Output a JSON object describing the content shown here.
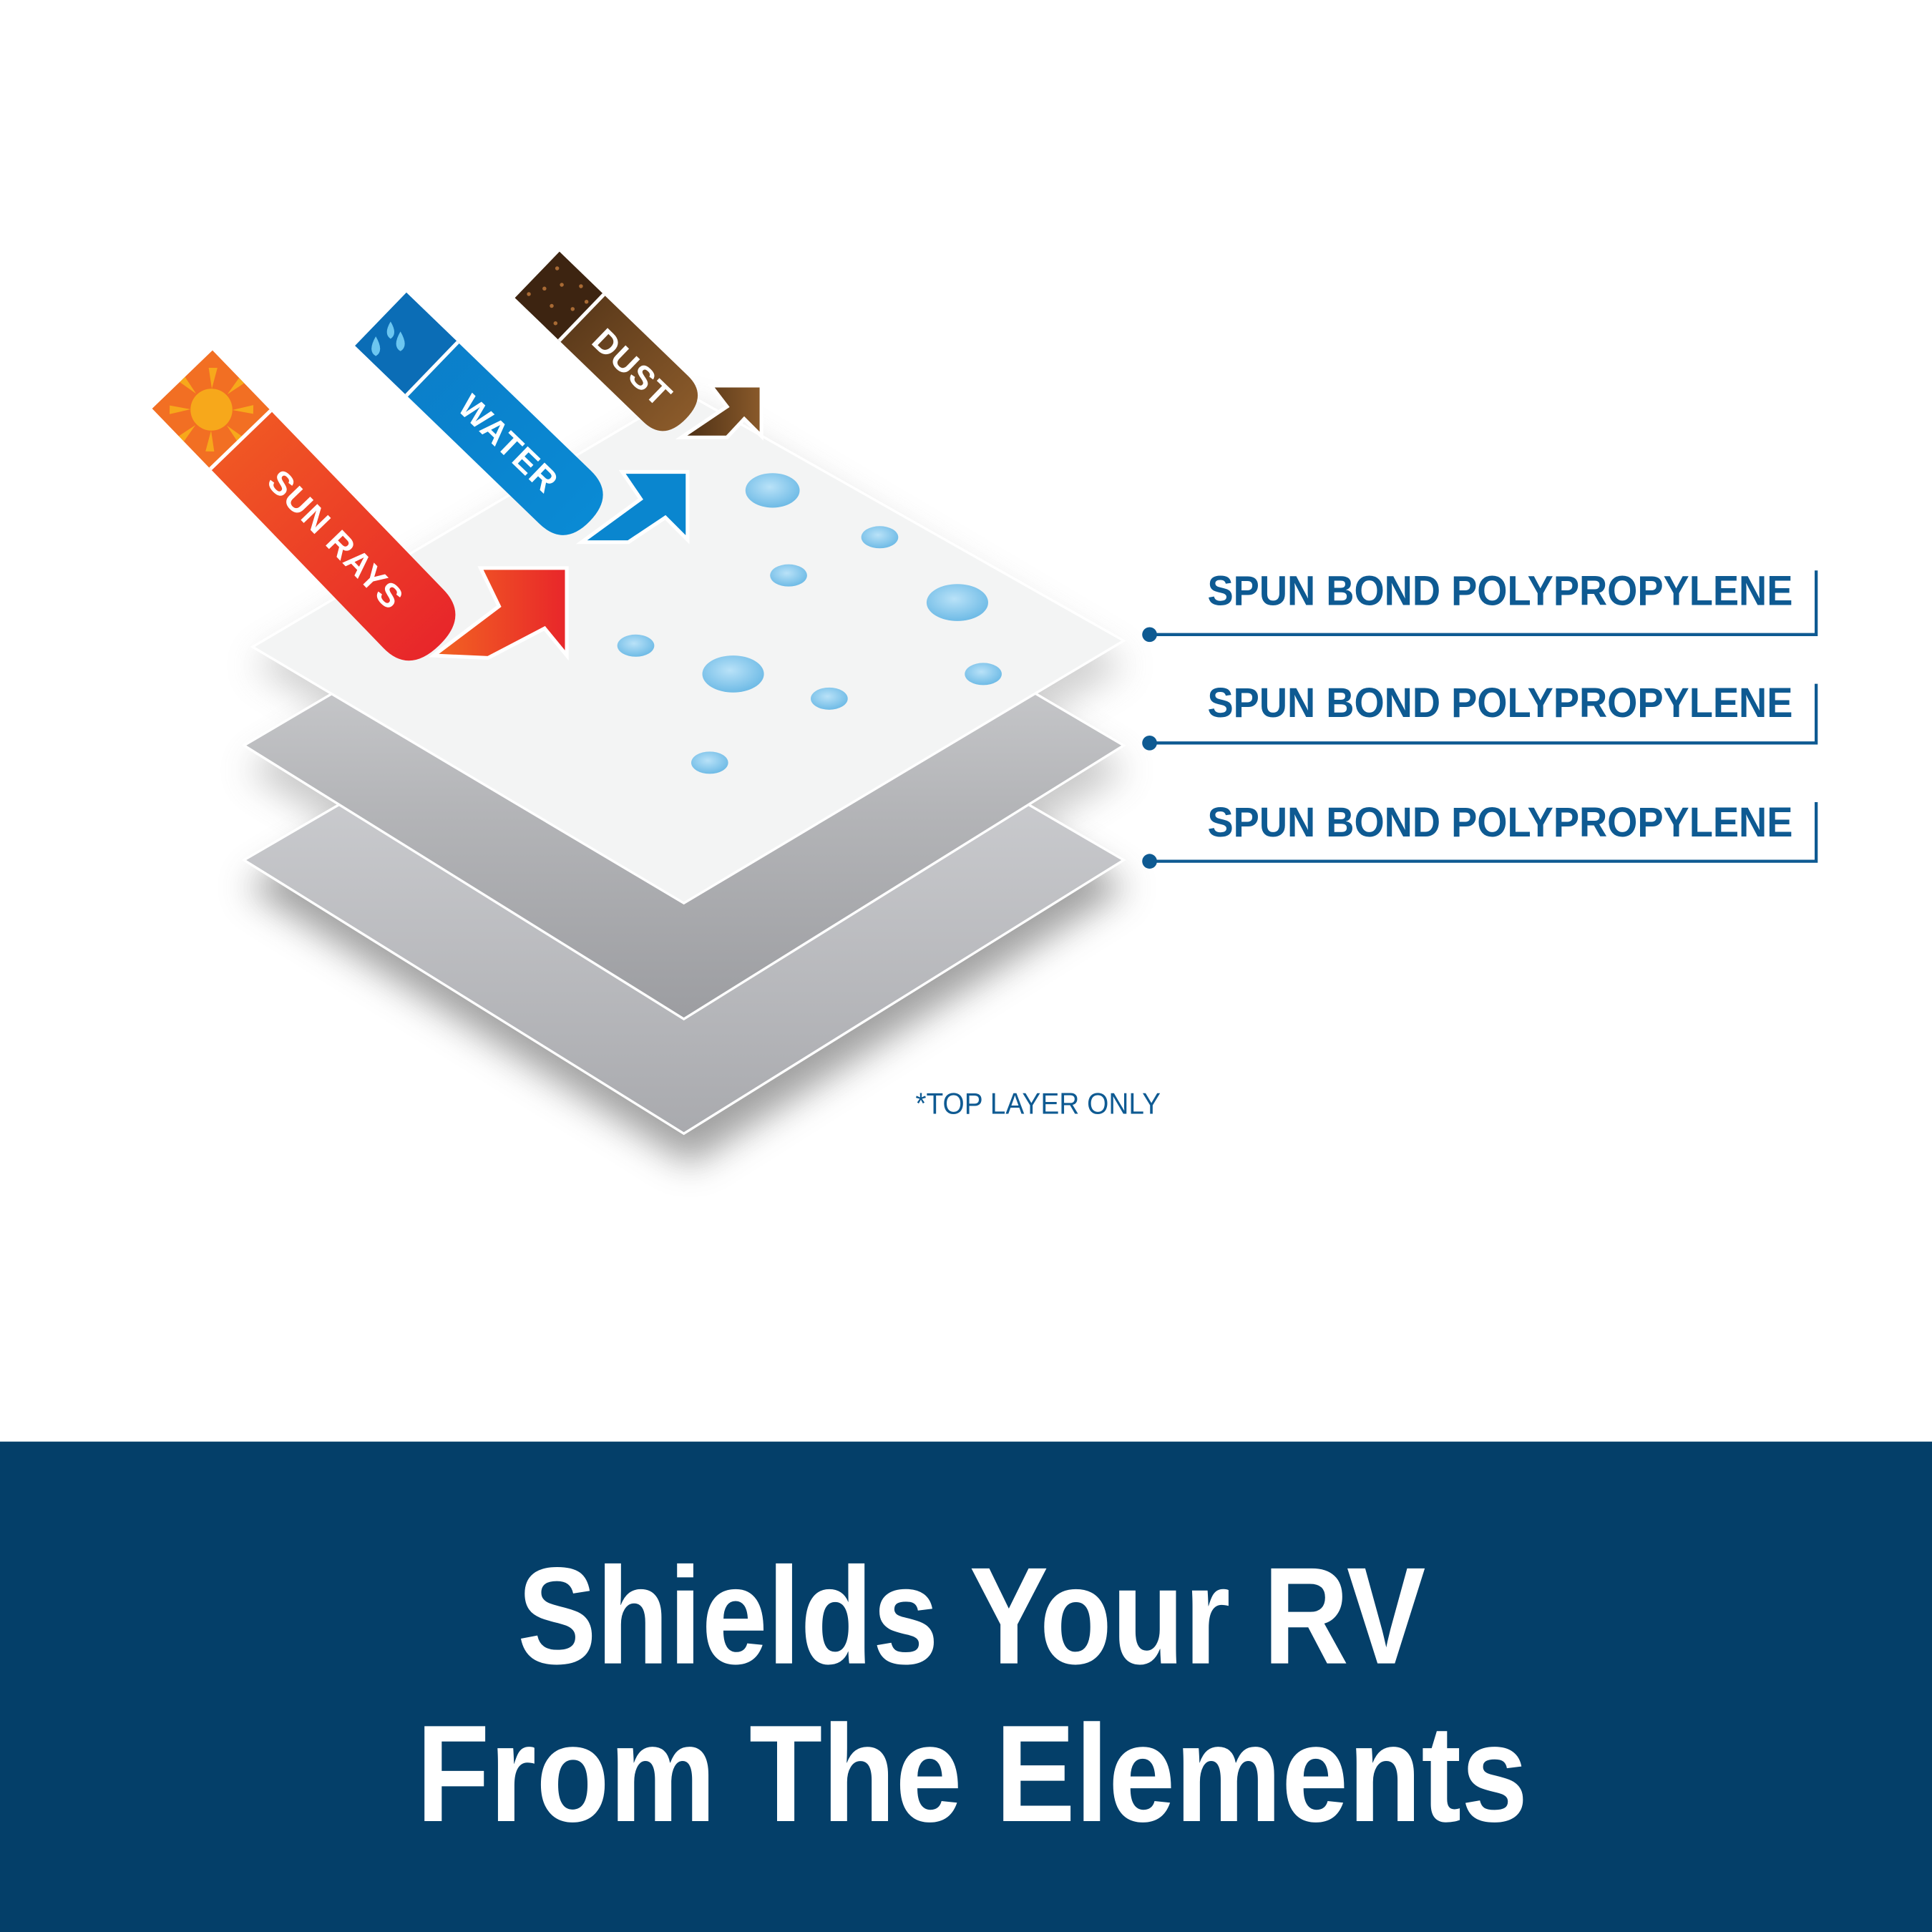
{
  "colors": {
    "navy": "#043f69",
    "label_blue": "#0e5a92",
    "sun_orange": "#f26522",
    "sun_red": "#e8262a",
    "water_blue": "#0a8ad4",
    "dust_brown": "#6b4220",
    "droplet": "#8fcdf0"
  },
  "arrows": [
    {
      "label": "SUN RAYS",
      "icon": "sun-icon"
    },
    {
      "label": "WATER",
      "icon": "water-drops-icon"
    },
    {
      "label": "DUST",
      "icon": "dust-particles-icon"
    }
  ],
  "layers": [
    {
      "label": "SPUN BOND POLYPROPYLENE"
    },
    {
      "label": "SPUN BOND POLYPROPYLENE"
    },
    {
      "label": "SPUN BOND POLYPROPYLENE"
    }
  ],
  "footnote": "*TOP LAYER ONLY",
  "banner": {
    "line1": "Shields Your RV",
    "line2": "From The Elements"
  }
}
